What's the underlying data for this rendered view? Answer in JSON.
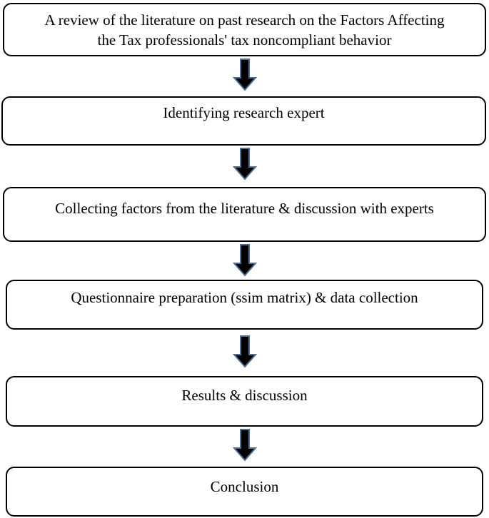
{
  "flowchart": {
    "steps": [
      {
        "text": "A review of the literature on past research on the Factors Affecting\nthe Tax professionals' tax noncompliant behavior"
      },
      {
        "text": "Identifying research expert"
      },
      {
        "text": "Collecting factors from the literature & discussion with experts"
      },
      {
        "text": "Questionnaire preparation (ssim matrix) & data collection"
      },
      {
        "text": "Results & discussion"
      },
      {
        "text": "Conclusion"
      }
    ],
    "colors": {
      "box_border": "#000000",
      "arrow_fill": "#000000",
      "arrow_outline": "#4f6f93"
    }
  }
}
